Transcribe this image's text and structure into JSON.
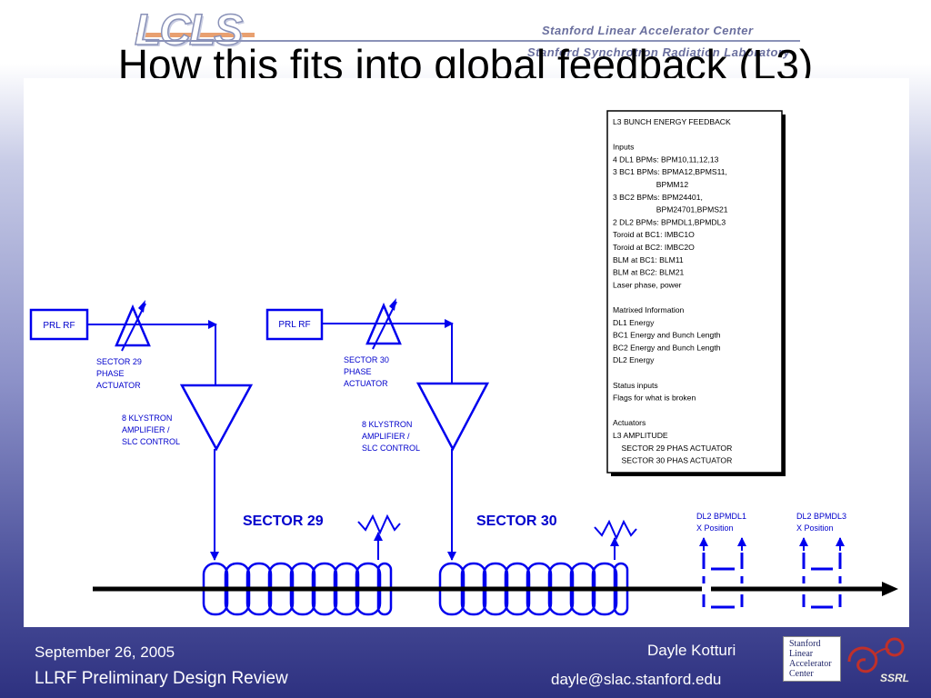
{
  "header": {
    "logo_text": "LCLS",
    "institution_1": "Stanford Linear Accelerator Center",
    "institution_2": "Stanford Synchrotron Radiation Laboratory",
    "title": "How this fits into global feedback (L3)"
  },
  "diagram": {
    "prl_rf_1": "PRL RF",
    "prl_rf_2": "PRL RF",
    "phase_actuator_1": [
      "SECTOR 29",
      "PHASE",
      "ACTUATOR"
    ],
    "phase_actuator_2": [
      "SECTOR 30",
      "PHASE",
      "ACTUATOR"
    ],
    "klystron_1": [
      "8 KLYSTRON",
      "AMPLIFIER /",
      "SLC CONTROL"
    ],
    "klystron_2": [
      "8 KLYSTRON",
      "AMPLIFIER /",
      "SLC CONTROL"
    ],
    "sector_29": "SECTOR 29",
    "sector_30": "SECTOR 30",
    "bpm_1": [
      "DL2 BPMDL1",
      "X Position"
    ],
    "bpm_2": [
      "DL2 BPMDL3",
      "X Position"
    ],
    "feedback_box": [
      "L3 BUNCH ENERGY FEEDBACK",
      "",
      "Inputs",
      "4 DL1 BPMs: BPM10,11,12,13",
      "3 BC1 BPMs: BPMA12,BPMS11,",
      "                    BPMM12",
      "3 BC2 BPMs: BPM24401,",
      "                    BPM24701,BPMS21",
      "2 DL2 BPMs: BPMDL1,BPMDL3",
      "Toroid at BC1: IMBC1O",
      "Toroid at BC2: IMBC2O",
      "BLM at BC1: BLM11",
      "BLM at BC2: BLM21",
      "Laser phase, power",
      "",
      "Matrixed Information",
      "DL1 Energy",
      "BC1 Energy and Bunch Length",
      "BC2 Energy and Bunch Length",
      "DL2 Energy",
      "",
      "Status inputs",
      "Flags for what is broken",
      "",
      "Actuators",
      "L3 AMPLITUDE",
      "    SECTOR 29 PHAS ACTUATOR",
      "    SECTOR 30 PHAS ACTUATOR"
    ],
    "colors": {
      "line": "#0000ee",
      "text": "#0000cc",
      "beam": "#000000"
    }
  },
  "footer": {
    "date": "September 26, 2005",
    "review": "LLRF Preliminary Design Review",
    "author": "Dayle Kotturi",
    "email": "dayle@slac.stanford.edu"
  },
  "badge": {
    "lines": [
      "Stanford",
      "Linear",
      "Accelerator",
      "Center"
    ],
    "ssrl_text": "SSRL"
  }
}
